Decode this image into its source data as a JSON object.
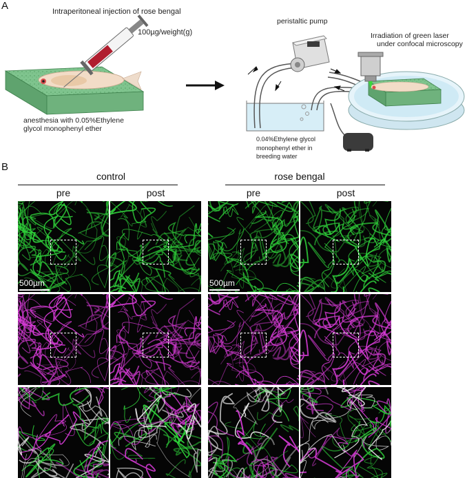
{
  "panel_a": {
    "label": "A",
    "injection_title": "Intraperitoneal injection of rose bengal",
    "dose": "100µg/weight(g)",
    "anesthesia": [
      "anesthesia with 0.05%Ethylene",
      "glycol monophenyl ether"
    ],
    "pump_label": "peristaltic pump",
    "laser_label": [
      "Irradiation of green laser",
      "under confocal microscopy"
    ],
    "water_label": [
      "0.04%Ethylene glycol",
      "monophenyl ether in",
      "breeding water"
    ]
  },
  "panel_b": {
    "label": "B",
    "groups": [
      {
        "title": "control",
        "cols": [
          "pre",
          "post"
        ]
      },
      {
        "title": "rose bengal",
        "cols": [
          "pre",
          "post"
        ]
      }
    ],
    "scalebar": "500µm",
    "row_colors": {
      "green": "#2fd13a",
      "magenta": "#d63bd6",
      "merge_white": "#e8e8e8"
    }
  }
}
